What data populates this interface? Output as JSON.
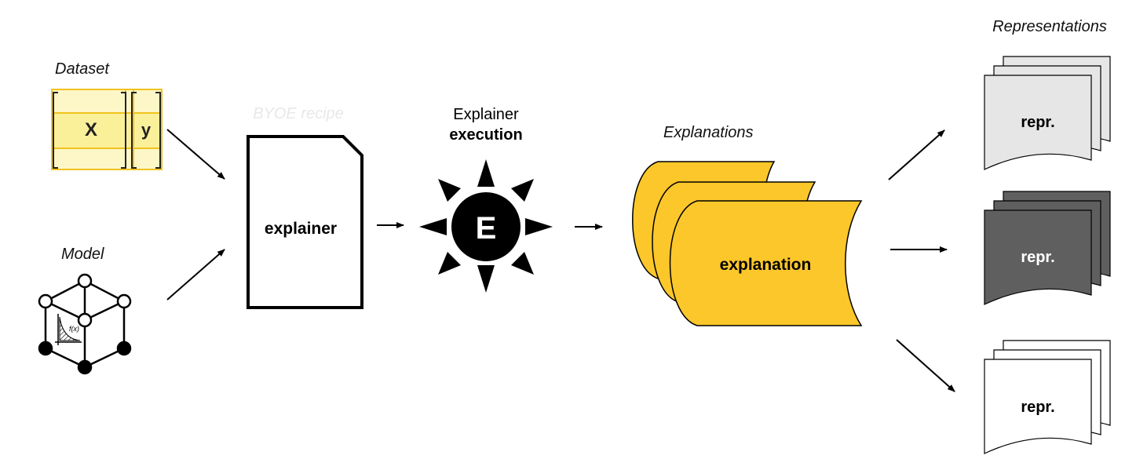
{
  "dataset": {
    "label": "Dataset",
    "x_symbol": "X",
    "y_symbol": "y"
  },
  "model": {
    "label": "Model",
    "fx": "f(x)"
  },
  "recipe": {
    "label": "BYOE recipe",
    "doc_text": "explainer"
  },
  "execution": {
    "line1": "Explainer",
    "line2": "execution",
    "glyph": "E"
  },
  "explanations": {
    "label": "Explanations",
    "front_text": "explanation",
    "fill": "#FCC72A"
  },
  "representations": {
    "label": "Representations",
    "items": [
      {
        "text": "repr.",
        "fill": "#e6e6e6",
        "text_color": "#000000"
      },
      {
        "text": "repr.",
        "fill": "#5f5f5f",
        "text_color": "#ffffff"
      },
      {
        "text": "repr.",
        "fill": "#ffffff",
        "text_color": "#000000"
      }
    ]
  }
}
